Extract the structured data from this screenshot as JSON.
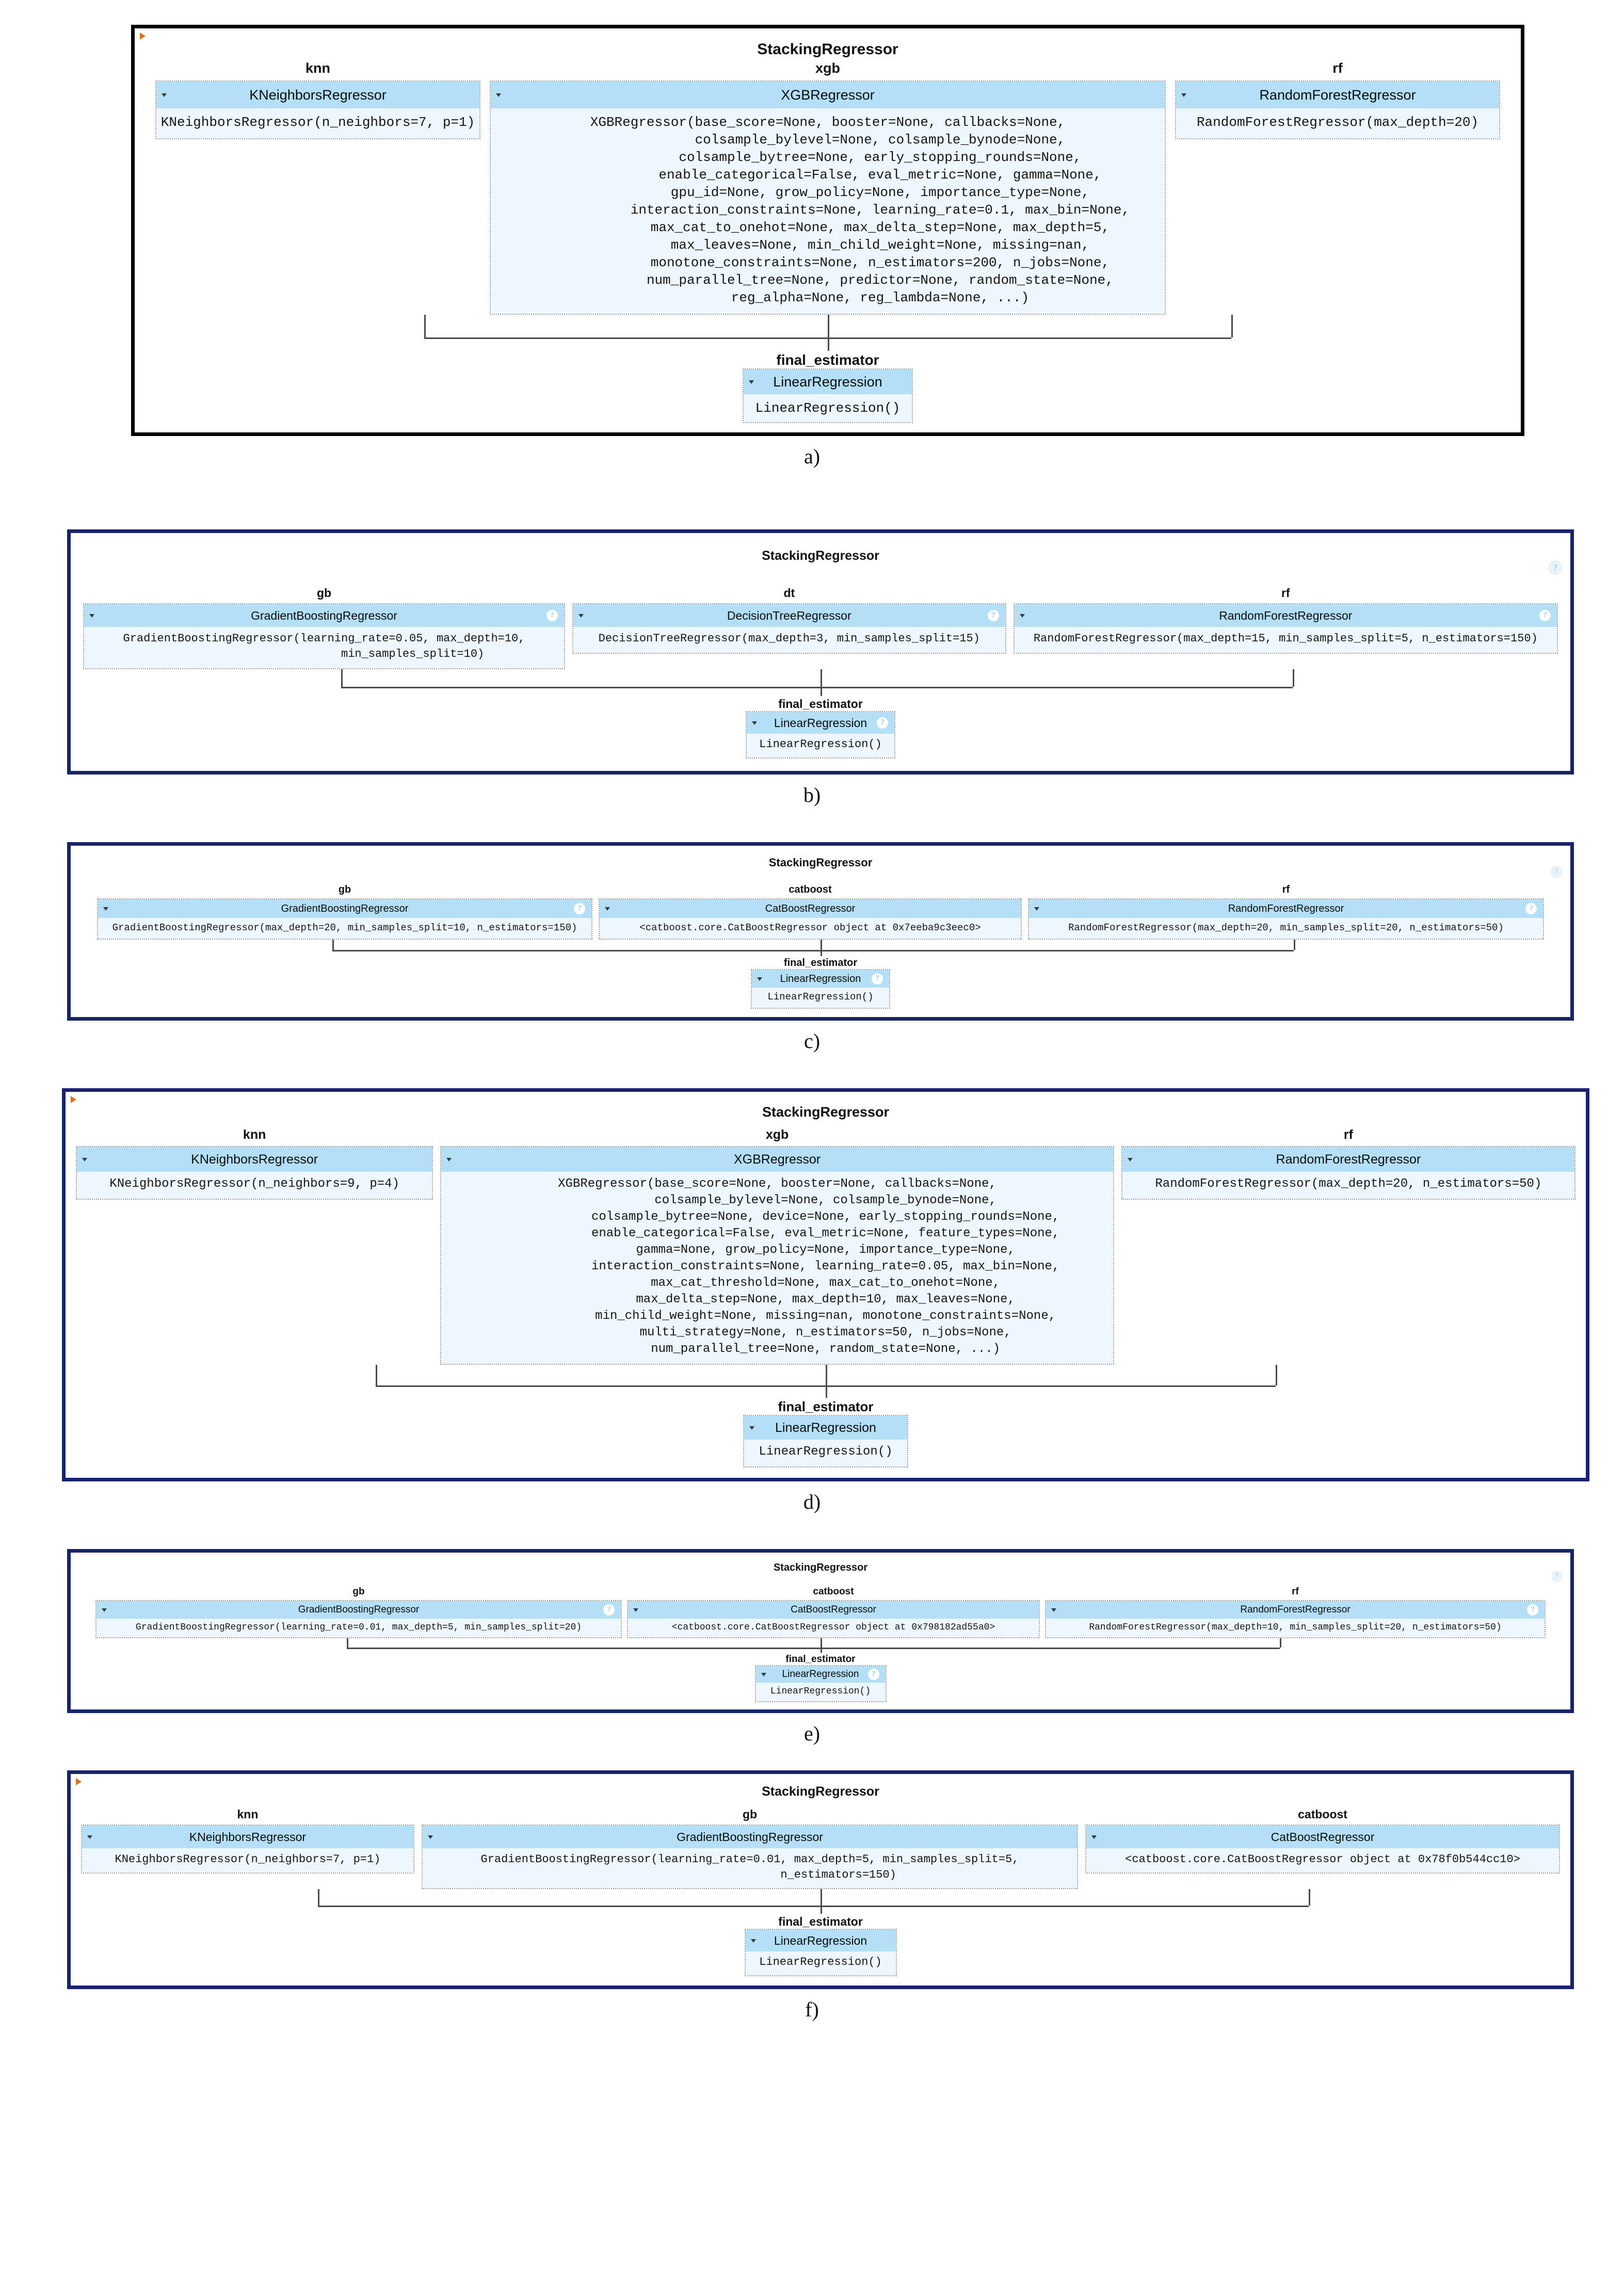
{
  "colors": {
    "panel_a_border": "#000000",
    "panel_border_navy": "#17246b",
    "estimator_header_bg": "#b3e0f7",
    "estimator_body_bg": "#eef7fd",
    "connector_line": "#4a4a4a",
    "caret_orange": "#d6761a"
  },
  "common": {
    "root_title": "StackingRegressor",
    "final_estimator_label": "final_estimator",
    "linear_regression_title": "LinearRegression",
    "linear_regression_repr": "LinearRegression()",
    "help_glyph": "?",
    "caret_glyph": "▾"
  },
  "panels": [
    {
      "id": "a",
      "caption": "a)",
      "root_title": "StackingRegressor",
      "estimators": [
        {
          "key": "knn",
          "title": "KNeighborsRegressor",
          "repr": "KNeighborsRegressor(n_neighbors=7, p=1)"
        },
        {
          "key": "xgb",
          "title": "XGBRegressor",
          "repr": "XGBRegressor(base_score=None, booster=None, callbacks=None,\n             colsample_bylevel=None, colsample_bynode=None,\n             colsample_bytree=None, early_stopping_rounds=None,\n             enable_categorical=False, eval_metric=None, gamma=None,\n             gpu_id=None, grow_policy=None, importance_type=None,\n             interaction_constraints=None, learning_rate=0.1, max_bin=None,\n             max_cat_to_onehot=None, max_delta_step=None, max_depth=5,\n             max_leaves=None, min_child_weight=None, missing=nan,\n             monotone_constraints=None, n_estimators=200, n_jobs=None,\n             num_parallel_tree=None, predictor=None, random_state=None,\n             reg_alpha=None, reg_lambda=None, ...)"
        },
        {
          "key": "rf",
          "title": "RandomForestRegressor",
          "repr": "RandomForestRegressor(max_depth=20)"
        }
      ],
      "final_estimator": {
        "label": "final_estimator",
        "title": "LinearRegression",
        "repr": "LinearRegression()"
      }
    },
    {
      "id": "b",
      "caption": "b)",
      "root_title": "StackingRegressor",
      "estimators": [
        {
          "key": "gb",
          "title": "GradientBoostingRegressor",
          "repr": "GradientBoostingRegressor(learning_rate=0.05, max_depth=10,\n                          min_samples_split=10)"
        },
        {
          "key": "dt",
          "title": "DecisionTreeRegressor",
          "repr": "DecisionTreeRegressor(max_depth=3, min_samples_split=15)"
        },
        {
          "key": "rf",
          "title": "RandomForestRegressor",
          "repr": "RandomForestRegressor(max_depth=15, min_samples_split=5, n_estimators=150)"
        }
      ],
      "final_estimator": {
        "label": "final_estimator",
        "title": "LinearRegression",
        "repr": "LinearRegression()"
      }
    },
    {
      "id": "c",
      "caption": "c)",
      "root_title": "StackingRegressor",
      "estimators": [
        {
          "key": "gb",
          "title": "GradientBoostingRegressor",
          "repr": "GradientBoostingRegressor(max_depth=20, min_samples_split=10, n_estimators=150)"
        },
        {
          "key": "catboost",
          "title": "CatBoostRegressor",
          "repr": "<catboost.core.CatBoostRegressor object at 0x7eeba9c3eec0>"
        },
        {
          "key": "rf",
          "title": "RandomForestRegressor",
          "repr": "RandomForestRegressor(max_depth=20, min_samples_split=20, n_estimators=50)"
        }
      ],
      "final_estimator": {
        "label": "final_estimator",
        "title": "LinearRegression",
        "repr": "LinearRegression()"
      }
    },
    {
      "id": "d",
      "caption": "d)",
      "root_title": "StackingRegressor",
      "estimators": [
        {
          "key": "knn",
          "title": "KNeighborsRegressor",
          "repr": "KNeighborsRegressor(n_neighbors=9, p=4)"
        },
        {
          "key": "xgb",
          "title": "XGBRegressor",
          "repr": "XGBRegressor(base_score=None, booster=None, callbacks=None,\n             colsample_bylevel=None, colsample_bynode=None,\n             colsample_bytree=None, device=None, early_stopping_rounds=None,\n             enable_categorical=False, eval_metric=None, feature_types=None,\n             gamma=None, grow_policy=None, importance_type=None,\n             interaction_constraints=None, learning_rate=0.05, max_bin=None,\n             max_cat_threshold=None, max_cat_to_onehot=None,\n             max_delta_step=None, max_depth=10, max_leaves=None,\n             min_child_weight=None, missing=nan, monotone_constraints=None,\n             multi_strategy=None, n_estimators=50, n_jobs=None,\n             num_parallel_tree=None, random_state=None, ...)"
        },
        {
          "key": "rf",
          "title": "RandomForestRegressor",
          "repr": "RandomForestRegressor(max_depth=20, n_estimators=50)"
        }
      ],
      "final_estimator": {
        "label": "final_estimator",
        "title": "LinearRegression",
        "repr": "LinearRegression()"
      }
    },
    {
      "id": "e",
      "caption": "e)",
      "root_title": "StackingRegressor",
      "estimators": [
        {
          "key": "gb",
          "title": "GradientBoostingRegressor",
          "repr": "GradientBoostingRegressor(learning_rate=0.01, max_depth=5, min_samples_split=20)"
        },
        {
          "key": "catboost",
          "title": "CatBoostRegressor",
          "repr": "<catboost.core.CatBoostRegressor object at 0x798182ad55a0>"
        },
        {
          "key": "rf",
          "title": "RandomForestRegressor",
          "repr": "RandomForestRegressor(max_depth=10, min_samples_split=20, n_estimators=50)"
        }
      ],
      "final_estimator": {
        "label": "final_estimator",
        "title": "LinearRegression",
        "repr": "LinearRegression()"
      }
    },
    {
      "id": "f",
      "caption": "f)",
      "root_title": "StackingRegressor",
      "estimators": [
        {
          "key": "knn",
          "title": "KNeighborsRegressor",
          "repr": "KNeighborsRegressor(n_neighbors=7, p=1)"
        },
        {
          "key": "gb",
          "title": "GradientBoostingRegressor",
          "repr": "GradientBoostingRegressor(learning_rate=0.01, max_depth=5, min_samples_split=5,\n                          n_estimators=150)"
        },
        {
          "key": "catboost",
          "title": "CatBoostRegressor",
          "repr": "<catboost.core.CatBoostRegressor object at 0x78f0b544cc10>"
        }
      ],
      "final_estimator": {
        "label": "final_estimator",
        "title": "LinearRegression",
        "repr": "LinearRegression()"
      }
    }
  ]
}
